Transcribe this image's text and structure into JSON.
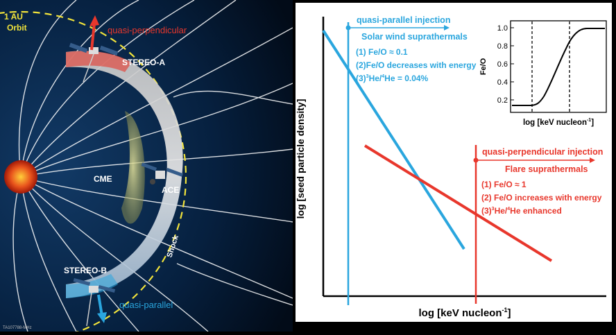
{
  "left_panel": {
    "orbit_label": [
      "1 AU",
      "Orbit"
    ],
    "perp_label": "quasi-perpendicular",
    "stereo_a": "STEREO-A",
    "stereo_b": "STEREO-B",
    "cme": "CME",
    "ace": "ACE",
    "shock": "Shock",
    "parallel_label": "quasi-parallel",
    "credit": "TA107788-MHz",
    "colors": {
      "perp": "#e8372c",
      "parallel": "#2aa6de",
      "orbit": "#f1e33b",
      "field_lines": "#ffffff"
    }
  },
  "main_plot": {
    "ylabel": "log [seed particle density]",
    "xlabel": "log [keV nucleon",
    "xlabel_sup": "-1",
    "xlabel_tail": "]",
    "parallel": {
      "heading": "quasi-parallel injection",
      "subheading": "Solar wind suprathermals",
      "items": [
        {
          "pre": "(1) Fe/O ≈ 0.1"
        },
        {
          "pre": "(2)Fe/O decreases with energy"
        },
        {
          "pre": "(3)",
          "sup1": "3",
          "mid": "He/",
          "sup2": "4",
          "post": "He = 0.04%"
        }
      ],
      "color": "#2aa6de"
    },
    "perpendicular": {
      "heading": "quasi-perpendicular injection",
      "subheading": "Flare suprathermals",
      "items": [
        {
          "pre": "(1) Fe/O ≈ 1"
        },
        {
          "pre": "(2) Fe/O increases with energy"
        },
        {
          "pre": "(3)",
          "sup1": "3",
          "mid": "He/",
          "sup2": "4",
          "post": "He enhanced"
        }
      ],
      "color": "#e8372c"
    }
  },
  "inset": {
    "ylabel": "Fe/O",
    "xlabel": "log [keV nucleon",
    "xlabel_sup": "-1",
    "xlabel_tail": "]",
    "yticks": [
      "0.2",
      "0.4",
      "0.6",
      "0.8",
      "1.0"
    ]
  }
}
